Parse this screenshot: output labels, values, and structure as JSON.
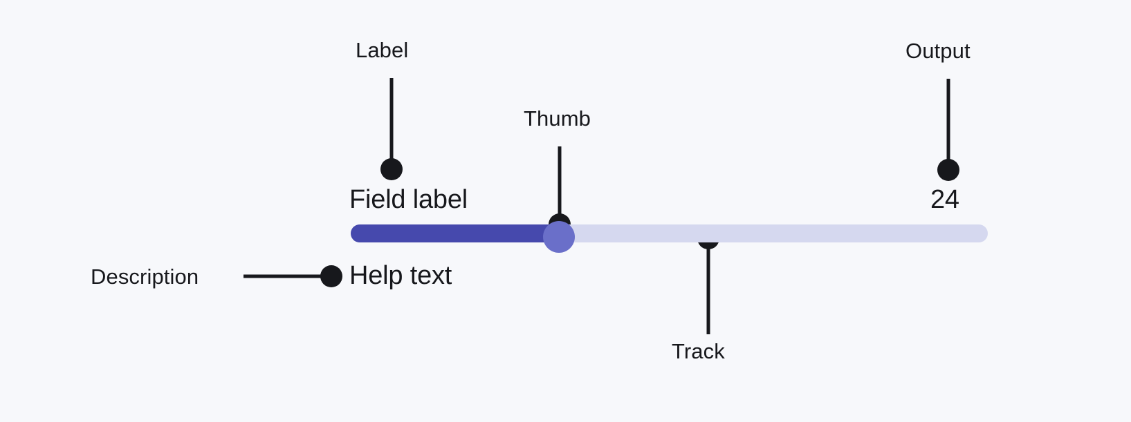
{
  "background_color": "#f7f8fb",
  "slider": {
    "field_label": "Field label",
    "output_value": "24",
    "help_text": "Help text",
    "fill_color": "#4649ad",
    "track_color": "#d5d8ef",
    "thumb_color": "#6a6fc9",
    "value": 24,
    "fill_percent": 33
  },
  "annotations": {
    "label": "Label",
    "thumb": "Thumb",
    "output": "Output",
    "track": "Track",
    "description": "Description",
    "callout_color": "#17181c"
  }
}
